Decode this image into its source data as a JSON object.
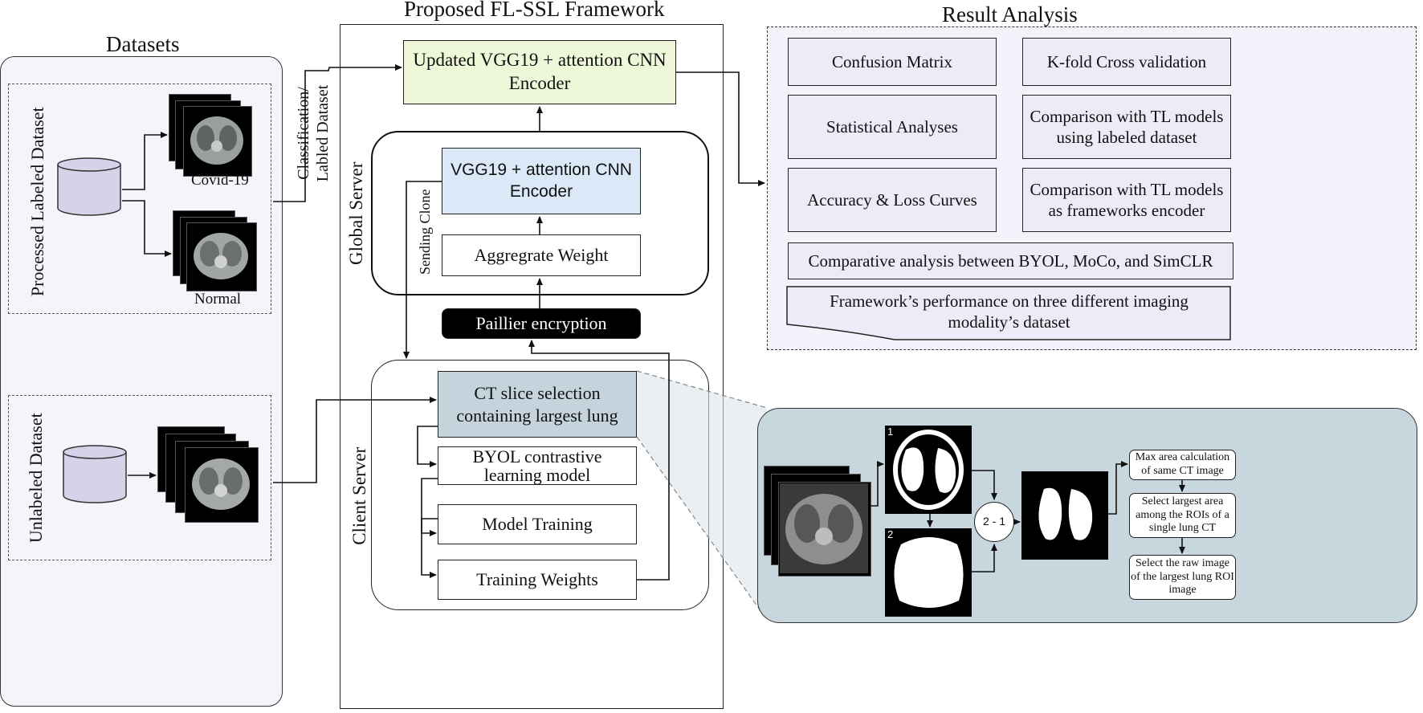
{
  "datasets": {
    "title": "Datasets",
    "labeled_label": "Processed Labeled Dataset",
    "unlabeled_label": "Unlabeled Dataset",
    "covid_label": "Covid-19",
    "normal_label": "Normal",
    "classification_label_1": "Classification/",
    "classification_label_2": "Labled Dataset"
  },
  "framework": {
    "title": "Proposed FL-SSL Framework",
    "updated_encoder_1": "Updated VGG19 + attention CNN",
    "updated_encoder_2": "Encoder",
    "global_server_label": "Global Server",
    "sending_clone_label": "Sending Clone",
    "vgg_encoder_1": "VGG19 + attention CNN",
    "vgg_encoder_2": "Encoder",
    "aggregate_weight": "Aggregrate Weight",
    "paillier": "Paillier encryption",
    "client_server_label": "Client Server",
    "ct_slice_1": "CT slice selection",
    "ct_slice_2": "containing largest lung",
    "byol_1": "BYOL contrastive",
    "byol_2": "learning model",
    "model_training": "Model Training",
    "training_weights": "Training Weights"
  },
  "result_analysis": {
    "title": "Result Analysis",
    "confusion_matrix": "Confusion Matrix",
    "kfold": "K-fold Cross validation",
    "statistical": "Statistical Analyses",
    "comparison_labeled_1": "Comparison with TL models",
    "comparison_labeled_2": "using labeled dataset",
    "accuracy_loss": "Accuracy & Loss Curves",
    "comparison_encoder_1": "Comparison with TL models",
    "comparison_encoder_2": "as frameworks encoder",
    "comparative": "Comparative analysis between BYOL, MoCo, and SimCLR",
    "performance_1": "Framework’s performance on three different imaging",
    "performance_2": "modality’s dataset"
  },
  "ct_detail": {
    "num_1": "1",
    "num_2": "2",
    "diff": "2 - 1",
    "max_area_1": "Max area calculation",
    "max_area_2": "of same CT image",
    "select_largest_1": "Select largest area",
    "select_largest_2": "among the ROIs of a",
    "select_largest_3": "single lung CT",
    "select_raw_1": "Select the raw image",
    "select_raw_2": "of the largest lung ROI",
    "select_raw_3": "image"
  },
  "colors": {
    "datasets_bg": "#f3f5fb",
    "updated_encoder_bg": "#eef7d8",
    "vgg_encoder_bg": "#dbe8f8",
    "ct_slice_bg": "#c5d3dc",
    "result_bg": "#f6f2fb",
    "detail_bg": "#c8d6dd",
    "cylinder": "#d6d2ea"
  }
}
